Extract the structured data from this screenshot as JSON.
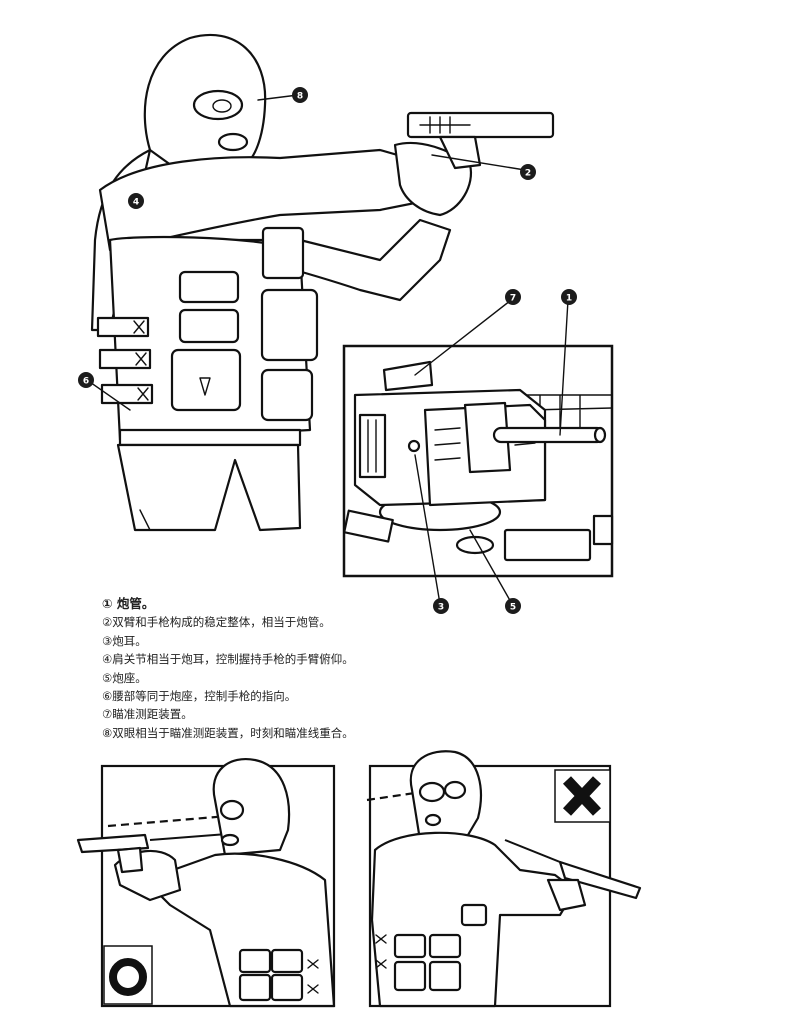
{
  "callouts": {
    "c1": "1",
    "c2": "2",
    "c3": "3",
    "c4": "4",
    "c5": "5",
    "c6": "6",
    "c7": "7",
    "c8": "8"
  },
  "legend": [
    "① 炮管。",
    "②双臂和手枪构成的稳定整体，相当于炮管。",
    "③炮耳。",
    "④肩关节相当于炮耳，控制握持手枪的手臂俯仰。",
    "⑤炮座。",
    "⑥腰部等同于炮座，控制手枪的指向。",
    "⑦瞄准测距装置。",
    "⑧双眼相当于瞄准测距装置，时刻和瞄准线重合。"
  ],
  "colors": {
    "ink": "#111111",
    "paper": "#ffffff"
  },
  "icons": {
    "correct": "circle-correct-icon",
    "wrong": "x-wrong-icon"
  }
}
